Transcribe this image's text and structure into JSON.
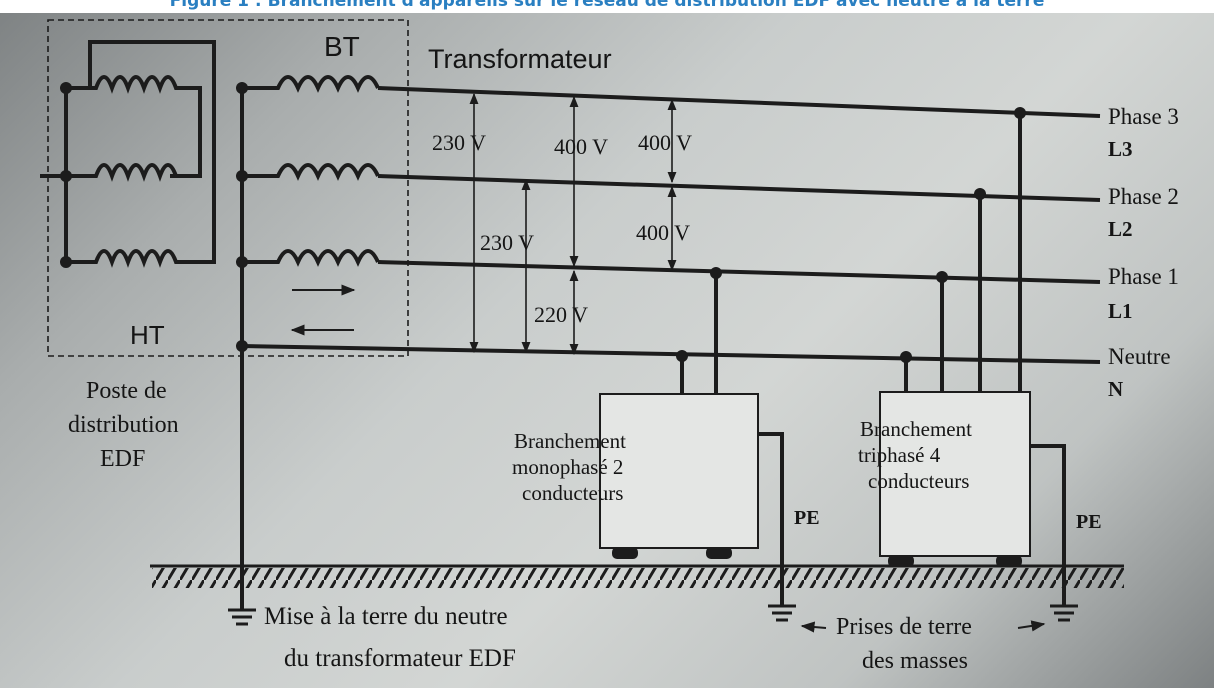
{
  "caption": "Figure 1 : Branchement d'appareils sur le réseau de distribution EDF avec neutre à la terre",
  "transformer": {
    "bt_label": "BT",
    "ht_label": "HT",
    "title": "Transformateur",
    "station": [
      "Poste de",
      "distribution",
      "EDF"
    ]
  },
  "lines": [
    {
      "name": "Phase 3",
      "code": "L3"
    },
    {
      "name": "Phase 2",
      "code": "L2"
    },
    {
      "name": "Phase 1",
      "code": "L1"
    },
    {
      "name": "Neutre",
      "code": "N"
    }
  ],
  "voltages": {
    "l3_n": "230 V",
    "l3_l1": "400 V",
    "l3_l2": "400 V",
    "l2_n": "230 V",
    "l2_l1": "400 V",
    "l1_n": "220 V"
  },
  "single_phase": [
    "Branchement",
    "monophasé 2",
    "conducteurs"
  ],
  "three_phase": [
    "Branchement",
    "triphasé 4",
    "conducteurs"
  ],
  "pe_label": "PE",
  "earth_neutral": [
    "Mise à la  terre du neutre",
    "du transformateur EDF"
  ],
  "earth_masses": [
    "Prises de terre",
    "des masses"
  ]
}
